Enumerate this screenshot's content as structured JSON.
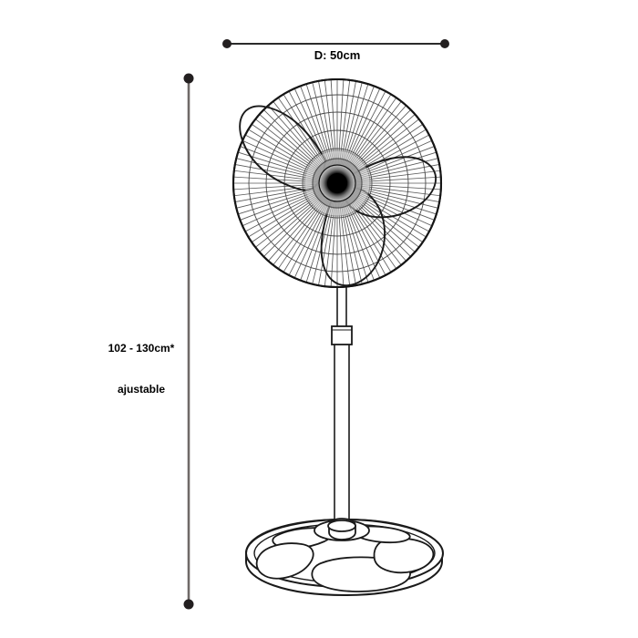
{
  "diagram": {
    "title": "Pedestal fan dimension drawing",
    "product": "standing-pedestal-fan",
    "background_color": "#ffffff",
    "line_color": "#1a1a1a",
    "grille_line_color": "#555555",
    "dimensions": {
      "width": {
        "label": "D: 50cm",
        "value": 50,
        "unit": "cm",
        "orientation": "horizontal",
        "endpoint_style": "dot"
      },
      "height": {
        "label_line1": "102 - 130cm*",
        "label_line2": "ajustable",
        "min": 102,
        "max": 130,
        "unit": "cm",
        "orientation": "vertical",
        "endpoint_style": "dot"
      }
    },
    "parts": {
      "grille": "fan-guard-grille",
      "blades": "fan-blades",
      "hub": "motor-hub",
      "neck": "tilt-neck",
      "collar": "height-adjust-collar",
      "pole": "telescopic-pole",
      "base": "weighted-round-base"
    }
  }
}
